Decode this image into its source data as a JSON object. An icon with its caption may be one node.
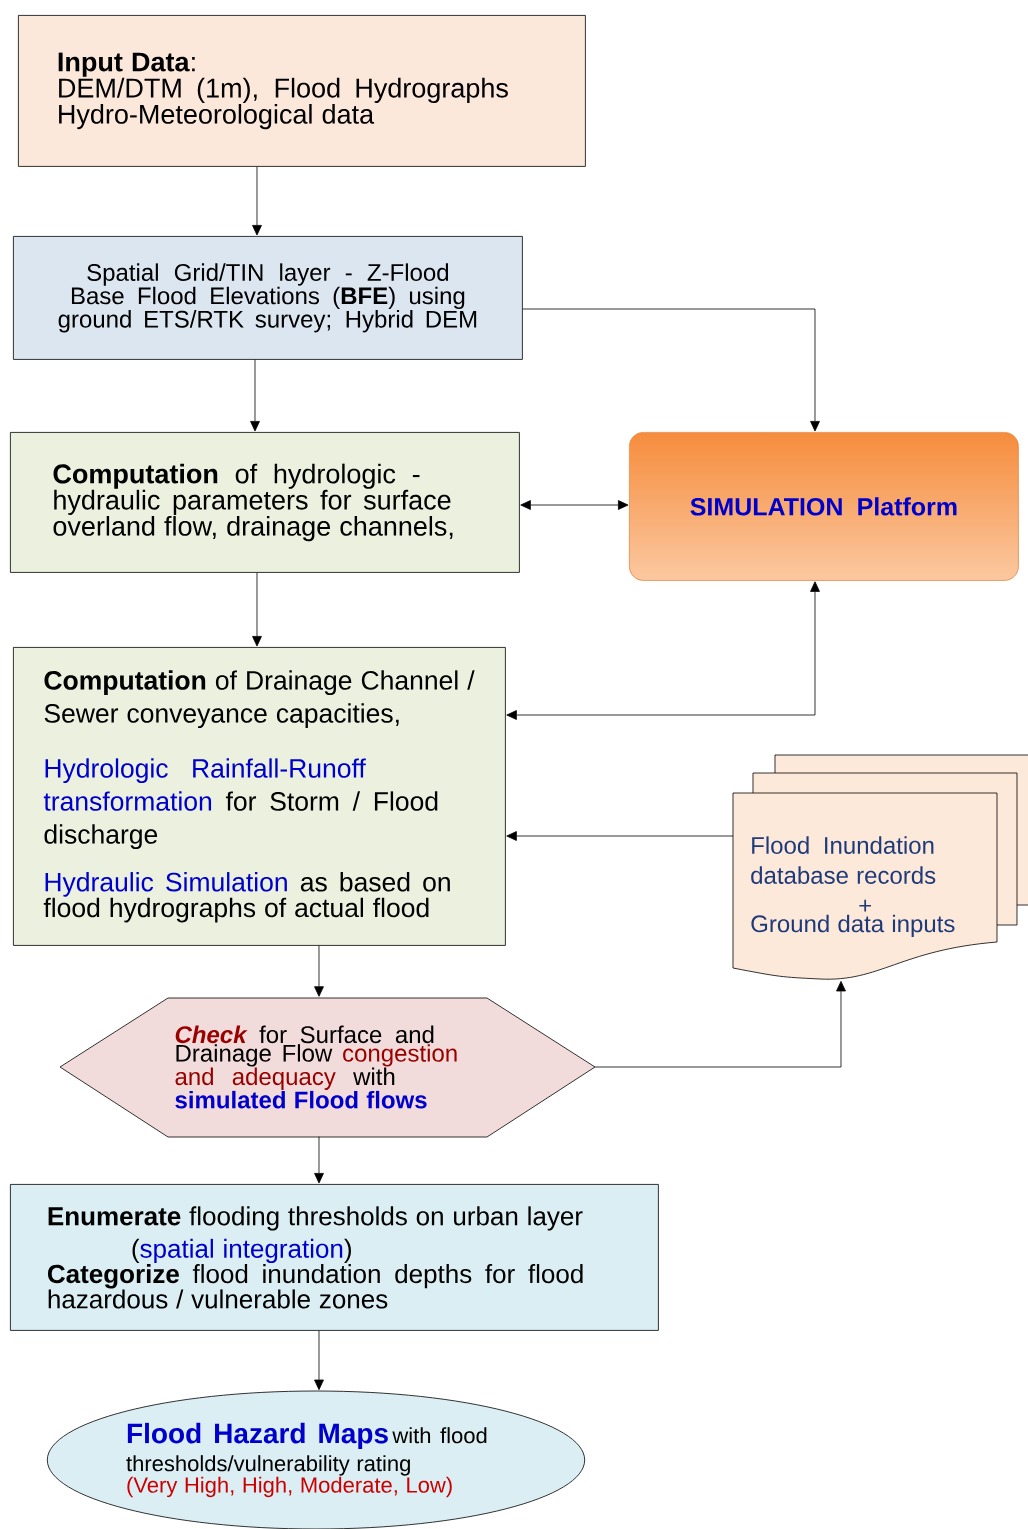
{
  "diagram": {
    "nodes": [
      {
        "text": [
          "**Input Data**:",
          "DEM/DTM (1m), Flood Hydrographs Hydro-Meteorological data"
        ]
      },
      {
        "text": [
          "Spatial Grid/TIN layer - Z-Flood Base Flood Elevations (**BFE**) using ground ETS/RTK survey; Hybrid DEM"
        ]
      },
      {
        "text": [
          "**Computation** of hydrologic - hydraulic parameters for surface overland flow, drainage channels,"
        ]
      },
      {
        "text": [
          "SIMULATION Platform"
        ]
      },
      {
        "text": [
          "**Computation** of Drainage Channel / Sewer conveyance capacities,",
          "Hydrologic Rainfall-Runoff transformation",
          "for Storm / Flood discharge",
          "Hydraulic Simulation",
          "as based on flood hydrographs of actual flood"
        ]
      },
      {
        "text": [
          "Flood Inundation database records",
          "+",
          "Ground data inputs"
        ]
      },
      {
        "text": [
          "Check",
          "for Surface and Drainage Flow",
          "congestion and adequacy",
          "with",
          "simulated Flood flows"
        ]
      },
      {
        "text": [
          "**Enumerate** flooding thresholds on urban layer",
          "(",
          "spatial integration",
          ")",
          "**Categorize** flood inundation depths for flood hazardous / vulnerable zones"
        ]
      },
      {
        "text": [
          "Flood Hazard Maps",
          "with flood thresholds/vulnerability rating",
          "(Very High, High, Moderate, Low)"
        ]
      }
    ],
    "edges": [
      {
        "from": 0,
        "to": 1,
        "arrow": "to"
      },
      {
        "from": 1,
        "to": 2,
        "arrow": "to"
      },
      {
        "from": 1,
        "to": 3,
        "arrow": "to"
      },
      {
        "from": 2,
        "to": 3,
        "arrow": "both"
      },
      {
        "from": 2,
        "to": 4,
        "arrow": "to"
      },
      {
        "from": 4,
        "to": 3,
        "arrow": "both"
      },
      {
        "from": 5,
        "to": 4,
        "arrow": "to"
      },
      {
        "from": 4,
        "to": 6,
        "arrow": "to"
      },
      {
        "from": 6,
        "to": 5,
        "arrow": "to"
      },
      {
        "from": 6,
        "to": 7,
        "arrow": "to"
      },
      {
        "from": 7,
        "to": 8,
        "arrow": "to"
      }
    ]
  }
}
